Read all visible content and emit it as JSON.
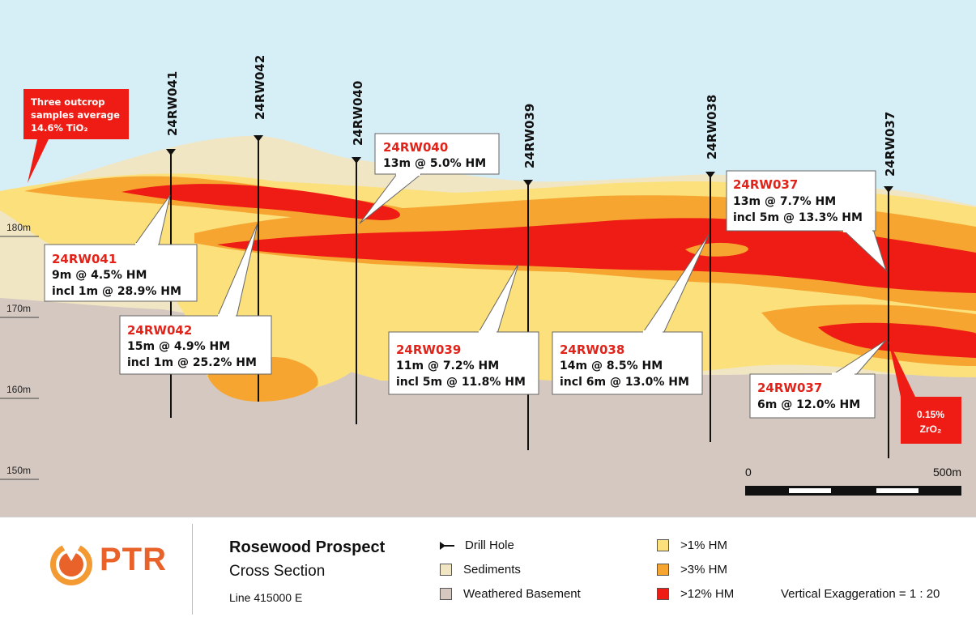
{
  "drill_holes": [
    "24RW041",
    "24RW042",
    "24RW040",
    "24RW039",
    "24RW038",
    "24RW037"
  ],
  "elevations": [
    "180m",
    "170m",
    "160m",
    "150m"
  ],
  "outcrop_callout": [
    "Three outcrop",
    "samples average",
    "14.6% TiO₂"
  ],
  "callouts": [
    {
      "id": "24RW040",
      "lines": [
        "13m @ 5.0% HM"
      ]
    },
    {
      "id": "24RW037",
      "lines": [
        "13m @ 7.7% HM",
        "incl 5m @ 13.3% HM"
      ]
    },
    {
      "id": "24RW041",
      "lines": [
        "9m @ 4.5% HM",
        "incl 1m @ 28.9% HM"
      ]
    },
    {
      "id": "24RW042",
      "lines": [
        "15m @ 4.9% HM",
        "incl 1m @ 25.2% HM"
      ]
    },
    {
      "id": "24RW039",
      "lines": [
        "11m @ 7.2% HM",
        "incl 5m @ 11.8% HM"
      ]
    },
    {
      "id": "24RW038",
      "lines": [
        "14m @ 8.5% HM",
        "incl 6m @ 13.0% HM"
      ]
    },
    {
      "id": "24RW037",
      "lines": [
        "6m @ 12.0% HM"
      ]
    }
  ],
  "zr_callout": [
    "0.15%",
    "ZrO₂"
  ],
  "scale": {
    "start": "0",
    "end": "500m"
  },
  "footer": {
    "logo_text": "PTR",
    "title": "Rosewood Prospect",
    "subtitle": "Cross Section",
    "line": "Line 415000 E",
    "vertical_exaggeration": "Vertical Exaggeration = 1 : 20"
  },
  "legend": {
    "drill_hole": "Drill Hole",
    "sediments": "Sediments",
    "weathered_basement": "Weathered Basement",
    "hm1": ">1% HM",
    "hm3": ">3% HM",
    "hm12": ">12% HM"
  },
  "colors": {
    "sky": "#d6eef6",
    "sediments": "#f1e6c4",
    "weathered_basement": "#d4c8c1",
    "hm1": "#fbe07c",
    "hm3": "#f6a531",
    "hm12": "#ee1c14"
  }
}
